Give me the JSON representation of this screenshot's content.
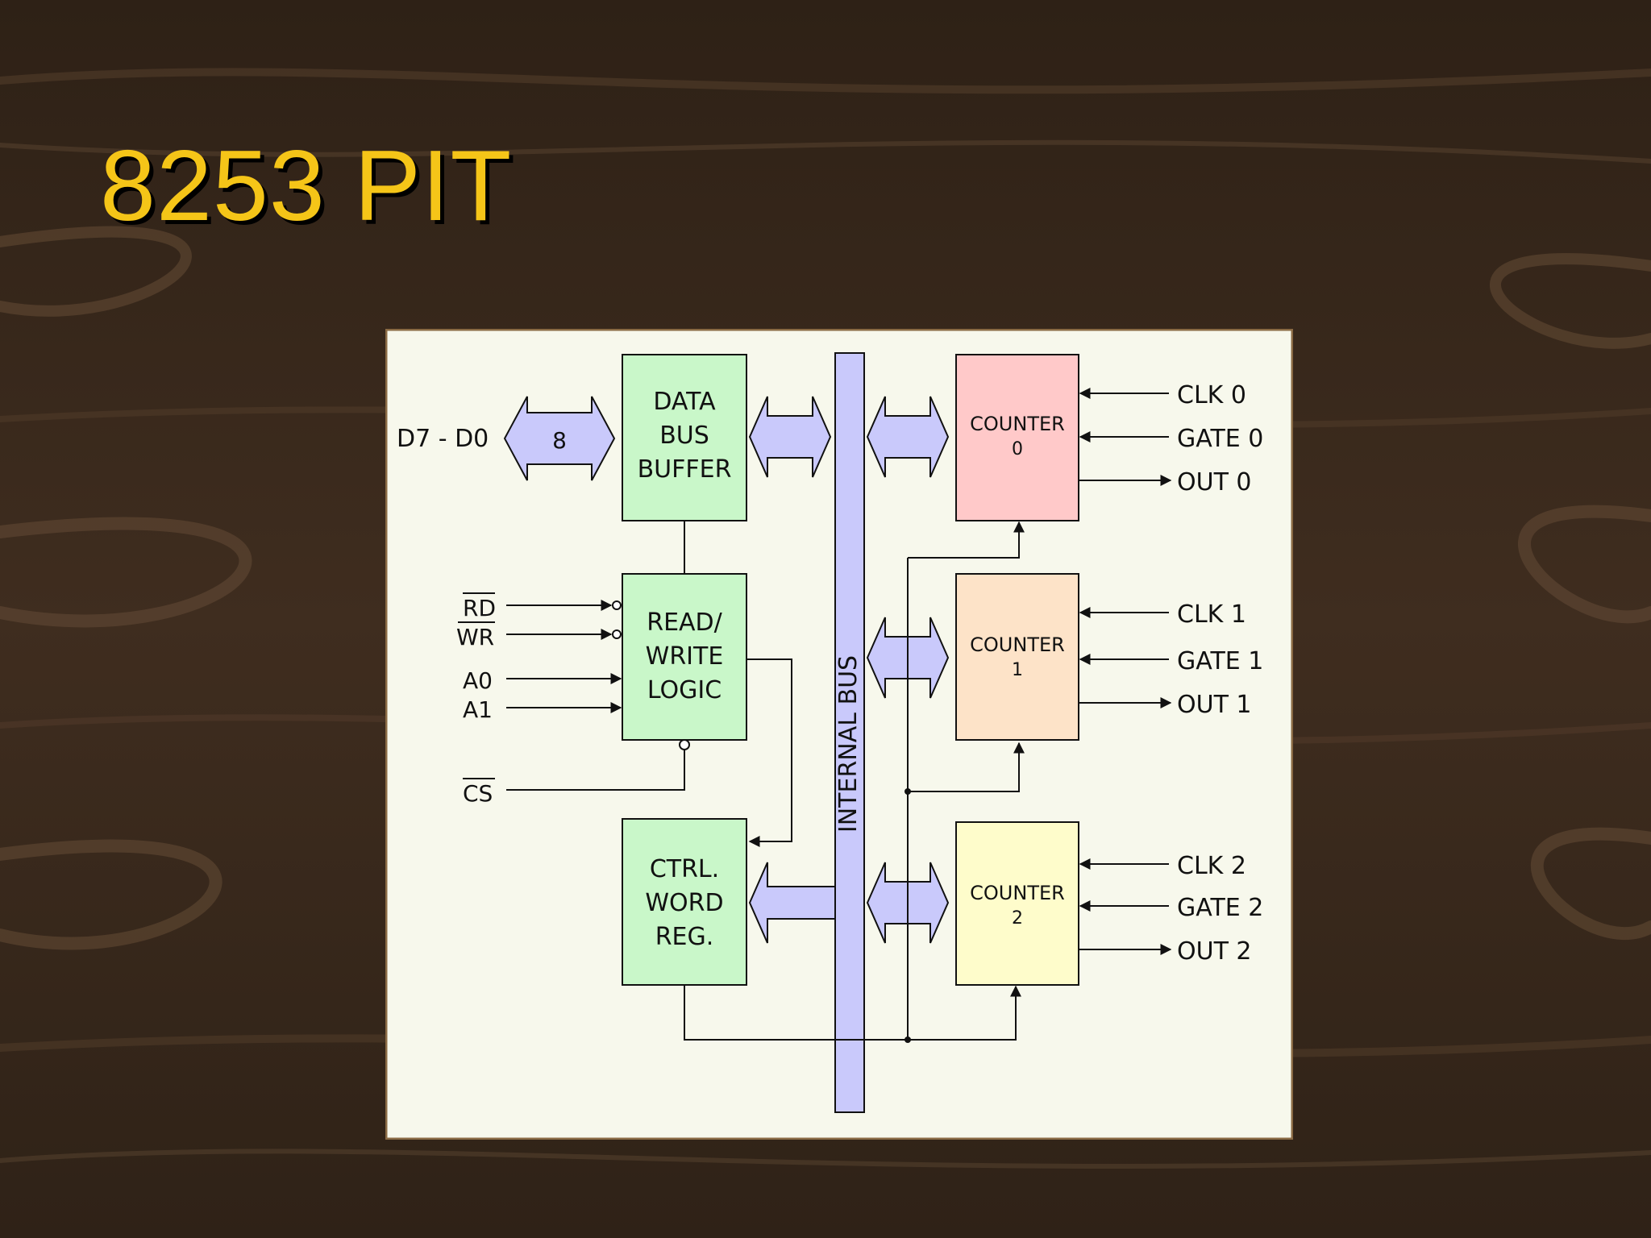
{
  "slide": {
    "title": "8253 PIT"
  },
  "diagram": {
    "blocks": {
      "data_bus_buffer": [
        "DATA",
        "BUS",
        "BUFFER"
      ],
      "read_write_logic": [
        "READ/",
        "WRITE",
        "LOGIC"
      ],
      "ctrl_word_reg": [
        "CTRL.",
        "WORD",
        "REG."
      ],
      "counter0": [
        "COUNTER",
        "0"
      ],
      "counter1": [
        "COUNTER",
        "1"
      ],
      "counter2": [
        "COUNTER",
        "2"
      ]
    },
    "data_bus_label": "D7 - D0",
    "bus_width": "8",
    "internal_bus_label": "INTERNAL BUS",
    "inputs": {
      "rd": "RD",
      "wr": "WR",
      "a0": "A0",
      "a1": "A1",
      "cs": "CS"
    },
    "counter_signals": {
      "clk0": "CLK 0",
      "gate0": "GATE 0",
      "out0": "OUT 0",
      "clk1": "CLK 1",
      "gate1": "GATE 1",
      "out1": "OUT 1",
      "clk2": "CLK 2",
      "gate2": "GATE 2",
      "out2": "OUT 2"
    }
  },
  "colors": {
    "title": "#f5c518",
    "panel_bg": "#f7f8ec",
    "logic_block": "#c9f7c9",
    "counter0": "#ffc9c9",
    "counter1": "#fde3c8",
    "counter2": "#fefccb",
    "bus": "#c9c9fb"
  }
}
